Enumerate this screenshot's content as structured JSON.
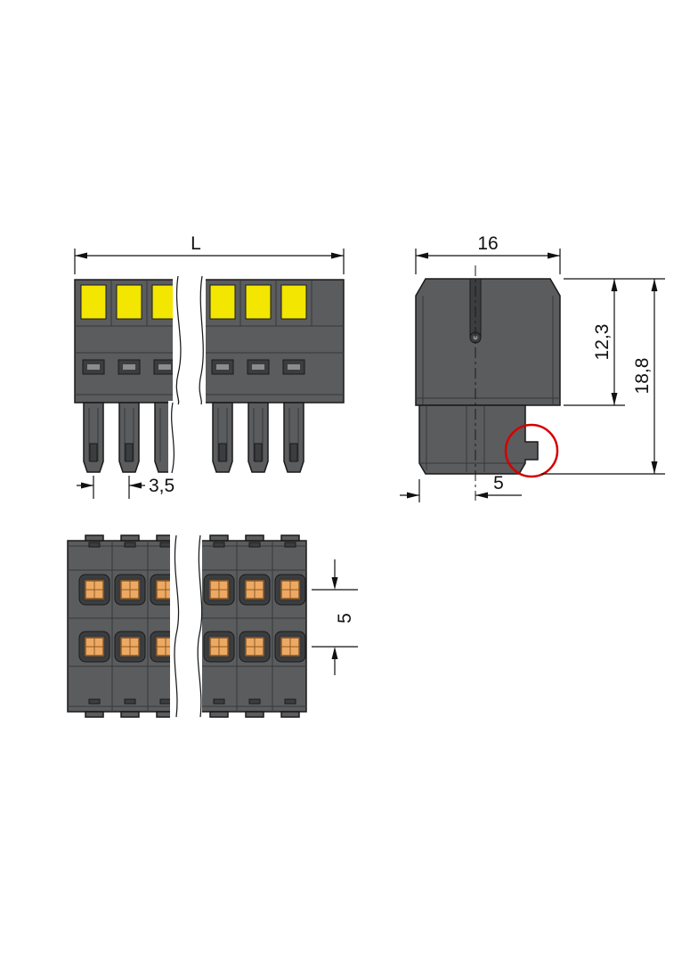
{
  "page": {
    "type": "technical-dimensional-drawing"
  },
  "colors": {
    "background": "#ffffff",
    "body_gray": "#5b5c5e",
    "body_dark": "#3c3d3f",
    "detail_line": "#36373a",
    "detail_light": "#8a8c8e",
    "outline": "#1a1a1a",
    "yellow": "#f3e600",
    "contact_orange": "#eda963",
    "contact_orange_dark": "#8f5a24",
    "highlight_red": "#d40000",
    "dimension": "#111111"
  },
  "front_view": {
    "dim_length": "L",
    "dim_pitch": "3,5",
    "poles_visible": 6,
    "has_break_lines": true
  },
  "side_view": {
    "dim_width": "16",
    "dim_body_height": "12,3",
    "dim_total_height": "18,8",
    "dim_foot_offset": "5",
    "has_detail_circle": true
  },
  "bottom_view": {
    "dim_row_pitch": "5",
    "rows": 2,
    "columns_visible": 6,
    "has_break_lines": true
  }
}
